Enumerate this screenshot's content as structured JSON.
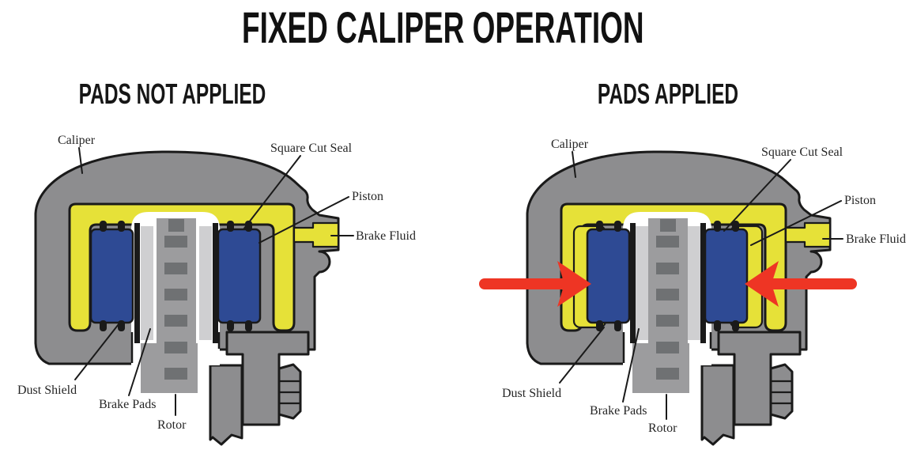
{
  "title": "FIXED CALIPER OPERATION",
  "panels": {
    "left": {
      "subtitle": "PADS NOT APPLIED",
      "labels": {
        "caliper": "Caliper",
        "square_cut_seal": "Square Cut Seal",
        "piston": "Piston",
        "brake_fluid": "Brake Fluid",
        "dust_shield": "Dust Shield",
        "brake_pads": "Brake Pads",
        "rotor": "Rotor"
      }
    },
    "right": {
      "subtitle": "PADS APPLIED",
      "labels": {
        "caliper": "Caliper",
        "square_cut_seal": "Square Cut Seal",
        "piston": "Piston",
        "brake_fluid": "Brake Fluid",
        "dust_shield": "Dust Shield",
        "brake_pads": "Brake Pads",
        "rotor": "Rotor"
      },
      "force_arrows": "inward"
    }
  },
  "colors": {
    "background": "#ffffff",
    "caliper_gray": "#8d8d8f",
    "fluid_yellow": "#e6e138",
    "piston_blue": "#2e4a94",
    "rotor_gray": "#9c9c9e",
    "vent_gray": "#6f7173",
    "pad_gray": "#cfcfd1",
    "boot_white": "#ffffff",
    "arrow_red": "#ee3524",
    "outline_black": "#1a1a1a",
    "label_text": "#262626"
  }
}
